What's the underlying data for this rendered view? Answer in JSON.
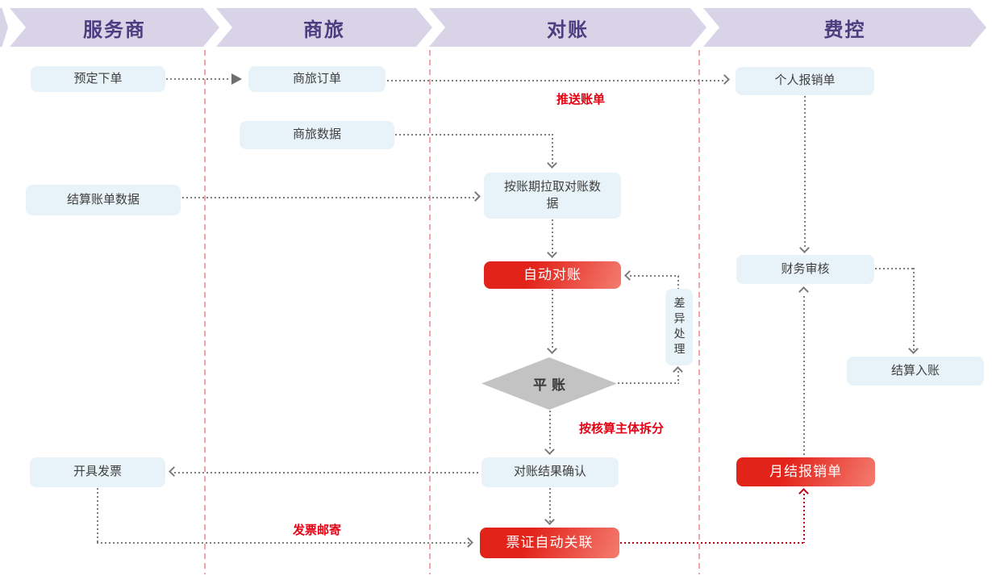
{
  "header": {
    "lanes": [
      {
        "label": "服务商"
      },
      {
        "label": "商旅"
      },
      {
        "label": "对账"
      },
      {
        "label": "费控"
      }
    ]
  },
  "nodes": {
    "booking_order": {
      "label": "预定下单",
      "type": "process"
    },
    "travel_order": {
      "label": "商旅订单",
      "type": "process"
    },
    "travel_data": {
      "label": "商旅数据",
      "type": "process"
    },
    "settlement_bill_data": {
      "label": "结算账单数据",
      "type": "process"
    },
    "pull_recon_data": {
      "label": "按账期拉取对账数据",
      "type": "process"
    },
    "auto_recon": {
      "label": "自动对账",
      "type": "highlight"
    },
    "diff_handle": {
      "label": "差异处理",
      "type": "process-vertical"
    },
    "balanced": {
      "label": "平账",
      "type": "decision"
    },
    "recon_confirm": {
      "label": "对账结果确认",
      "type": "process"
    },
    "invoice_issue": {
      "label": "开具发票",
      "type": "process"
    },
    "ticket_auto_link": {
      "label": "票证自动关联",
      "type": "highlight"
    },
    "personal_expense": {
      "label": "个人报销单",
      "type": "process"
    },
    "finance_audit": {
      "label": "财务审核",
      "type": "process"
    },
    "settle_entry": {
      "label": "结算入账",
      "type": "process"
    },
    "monthly_expense": {
      "label": "月结报销单",
      "type": "highlight"
    }
  },
  "edge_labels": {
    "push_bill": "推送账单",
    "split_by_entity": "按核算主体拆分",
    "invoice_mail": "发票邮寄"
  },
  "colors": {
    "lane_fill": "#d9d3e8",
    "lane_text": "#4b3d7f",
    "node_fill": "#e8f2f9",
    "node_text": "#3f3f3f",
    "highlight_gradient_from": "#e2231a",
    "highlight_gradient_to": "#f47c70",
    "highlight_text": "#ffffff",
    "decision_fill": "#c3c3c3",
    "connector_gray": "#7f7f7f",
    "connector_red": "#c00016",
    "edge_label_red": "#e60012",
    "divider_pink": "#f0a3aa"
  }
}
